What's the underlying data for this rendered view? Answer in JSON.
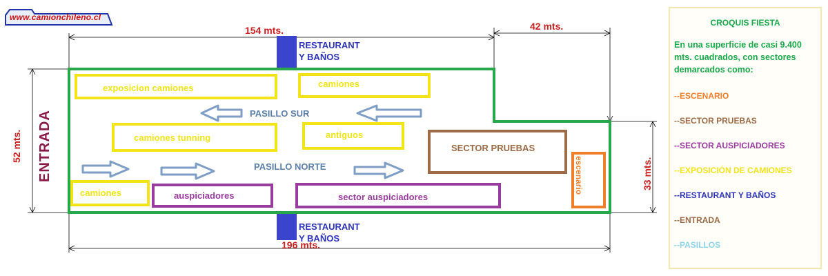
{
  "logo": {
    "text": "www.camionchileno.cl"
  },
  "dimensions": {
    "top_length": "154 mts.",
    "top_right": "42 mts.",
    "left_height": "52 mts.",
    "right_height": "33 mts.",
    "bottom_length": "196 mts."
  },
  "entrance_label": "ENTRADA",
  "restaurant": {
    "line1": "RESTAURANT",
    "line2": "Y BAÑOS"
  },
  "aisles": {
    "south": "PASILLO SUR",
    "north": "PASILLO NORTE"
  },
  "areas": {
    "exposicion_camiones": "exposicion camiones",
    "camiones_top": "camiones",
    "camiones_tunning": "camiones tunning",
    "antiguos": "antiguos",
    "sector_pruebas": "SECTOR PRUEBAS",
    "escenario": "escenario",
    "camiones_bottom": "camiones",
    "auspiciadores": "auspiciadores",
    "sector_auspiciadores": "sector auspiciadores"
  },
  "panel": {
    "title": "CROQUIS FIESTA",
    "description": "En una superficie de casi 9.400 mts. cuadrados, con sectores demarcados como:",
    "legend": [
      {
        "label": "--ESCENARIO",
        "color": "#f07f2a"
      },
      {
        "label": "--SECTOR PRUEBAS",
        "color": "#9d6b45"
      },
      {
        "label": "--SECTOR AUSPICIADORES",
        "color": "#9a3b9e"
      },
      {
        "label": "--EXPOSICIÓN DE CAMIONES",
        "color": "#f2e418"
      },
      {
        "label": "--RESTAURANT Y BAÑOS",
        "color": "#2d34b8"
      },
      {
        "label": "--ENTRADA",
        "color": "#9d6b45"
      },
      {
        "label": "--PASILLOS",
        "color": "#8ed3e8"
      }
    ]
  },
  "colors": {
    "perimeter": "#28a84a",
    "exhibition": "#f2e418",
    "sponsors": "#9a3b9e",
    "testing": "#9d6b45",
    "stage": "#f07f2a",
    "restaurant": "#3a44cc",
    "entrance": "#8a1a4a",
    "dimension": "#cc2020",
    "arrow": "#7f9ec6"
  }
}
